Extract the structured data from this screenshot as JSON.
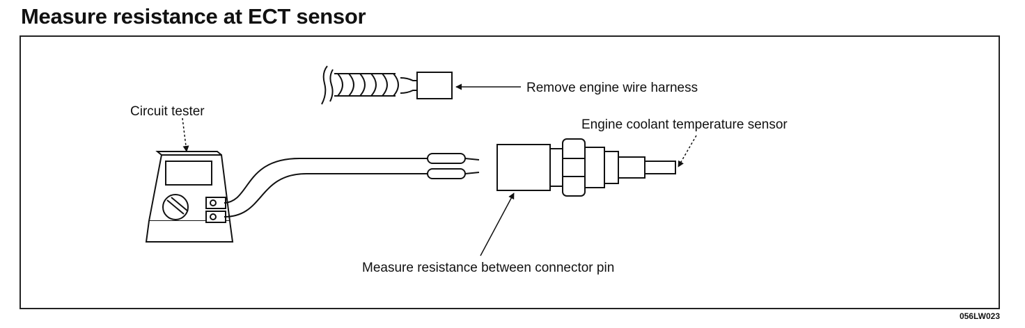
{
  "title": "Measure resistance at ECT sensor",
  "figure_id": "056LW023",
  "labels": {
    "harness": "Remove engine wire harness",
    "tester": "Circuit tester",
    "sensor": "Engine coolant temperature sensor",
    "measure": "Measure resistance between connector pin"
  }
}
